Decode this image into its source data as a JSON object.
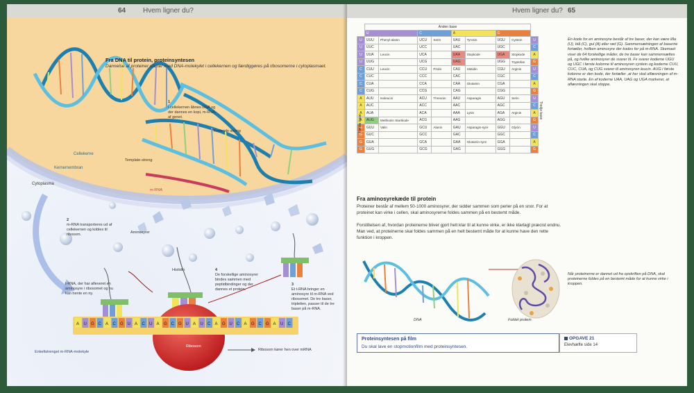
{
  "header": {
    "left_page_number": "64",
    "left_title": "Hvem ligner du?",
    "right_title": "Hvem ligner du?",
    "right_page_number": "65"
  },
  "left": {
    "title": "Fra DNA til protein, proteinsyntesen",
    "subtitle": "Dannelse af proteiner starter med DNA-molekylet i cellekernen og færdiggøres på ribosomerne i cytoplasmaet.",
    "labels": {
      "step1": "I cellekernen åbnes DNA og der dannes en kopi, m-RNA, af genet.",
      "step1_num": "1",
      "kodende": "Kodende streng",
      "cellekerne": "Cellekerne",
      "template": "Template-streng",
      "kernemembran": "Kernemembran",
      "cytoplasma": "Cytoplasma",
      "mrna": "m-RNA",
      "step2_num": "2",
      "step2": "m-RNA transporteres ud af cellekernen og kobles til ribosom.",
      "aminosyrer": "Aminosyrer",
      "histidin": "Histidin",
      "step4_num": "4",
      "step4": "De forskellige aminosyrer bindes sammen med peptidbindinger og der dannes et protein.",
      "trna": "t-RNA, der har afleveret en aminosyre i ribosomet og nu kan hente en ny.",
      "step3_num": "3",
      "step3": "Et t-RNA bringer en aminosyre til m-RNA ved ribosomet. De tre baser, tripletten, passer til de tre baser på m-RNA.",
      "ribosom": "Ribosom",
      "enkelt": "Enkeltstrenget m-RNA-molekyle",
      "korer": "Ribosom kører hen over mRNA"
    },
    "mrna_bases": [
      "A",
      "U",
      "G",
      "C",
      "A",
      "C",
      "G",
      "U",
      "A",
      "C",
      "U",
      "A",
      "G",
      "C",
      "G",
      "U",
      "A",
      "U",
      "C",
      "A",
      "G",
      "U",
      "C",
      "A",
      "G",
      "C",
      "G",
      "A",
      "U",
      "C"
    ],
    "trna_left": [
      "C",
      "A",
      "C"
    ],
    "trna_mid": [
      "G",
      "U",
      "A"
    ],
    "trna_right": [
      "C",
      "A",
      "U"
    ]
  },
  "table": {
    "anden_base": "Anden base",
    "forste_base": "Første base",
    "tredje_base": "Tredje base",
    "header_bases": [
      "U",
      "C",
      "A",
      "G"
    ],
    "rows": [
      {
        "b1": "U",
        "c1": "UUU",
        "a1": "Phenyl-alanin",
        "c2": "UCU",
        "a2": "Serin",
        "c3": "UAU",
        "a3": "Tyrosin",
        "c4": "UGU",
        "a4": "Cystein",
        "b3": "U"
      },
      {
        "b1": "U",
        "c1": "UUC",
        "a1": "",
        "c2": "UCC",
        "a2": "",
        "c3": "UAC",
        "a3": "",
        "c4": "UGC",
        "a4": "",
        "b3": "C"
      },
      {
        "b1": "U",
        "c1": "UUA",
        "a1": "Leucin",
        "c2": "UCA",
        "a2": "",
        "c3": "UAA",
        "a3": "Stopkode",
        "c4": "UGA",
        "a4": "Stopkode",
        "b3": "A"
      },
      {
        "b1": "U",
        "c1": "UUG",
        "a1": "",
        "c2": "UCG",
        "a2": "",
        "c3": "UAG",
        "a3": "",
        "c4": "UGG",
        "a4": "Tryptofan",
        "b3": "G"
      },
      {
        "b1": "C",
        "c1": "CUU",
        "a1": "Leucin",
        "c2": "CCU",
        "a2": "Prolin",
        "c3": "CAU",
        "a3": "Histidin",
        "c4": "CGU",
        "a4": "Arginin",
        "b3": "U"
      },
      {
        "b1": "C",
        "c1": "CUC",
        "a1": "",
        "c2": "CCC",
        "a2": "",
        "c3": "CAC",
        "a3": "",
        "c4": "CGC",
        "a4": "",
        "b3": "C"
      },
      {
        "b1": "C",
        "c1": "CUA",
        "a1": "",
        "c2": "CCA",
        "a2": "",
        "c3": "CAA",
        "a3": "Glutamin",
        "c4": "CGA",
        "a4": "",
        "b3": "A"
      },
      {
        "b1": "C",
        "c1": "CUG",
        "a1": "",
        "c2": "CCG",
        "a2": "",
        "c3": "CAG",
        "a3": "",
        "c4": "CGG",
        "a4": "",
        "b3": "G"
      },
      {
        "b1": "A",
        "c1": "AUU",
        "a1": "Isoleucin",
        "c2": "ACU",
        "a2": "Threonin",
        "c3": "AAU",
        "a3": "Asparagin",
        "c4": "AGU",
        "a4": "Serin",
        "b3": "U"
      },
      {
        "b1": "A",
        "c1": "AUC",
        "a1": "",
        "c2": "ACC",
        "a2": "",
        "c3": "AAC",
        "a3": "",
        "c4": "AGC",
        "a4": "",
        "b3": "C"
      },
      {
        "b1": "A",
        "c1": "AUA",
        "a1": "",
        "c2": "ACA",
        "a2": "",
        "c3": "AAA",
        "a3": "Lysin",
        "c4": "AGA",
        "a4": "Arginin",
        "b3": "A"
      },
      {
        "b1": "A",
        "c1": "AUG",
        "a1": "Methionin Startkode",
        "c2": "ACG",
        "a2": "",
        "c3": "AAG",
        "a3": "",
        "c4": "AGG",
        "a4": "",
        "b3": "G"
      },
      {
        "b1": "G",
        "c1": "GUU",
        "a1": "Valin",
        "c2": "GCU",
        "a2": "Alanin",
        "c3": "GAU",
        "a3": "Asparagin-syre",
        "c4": "GGU",
        "a4": "Glycin",
        "b3": "U"
      },
      {
        "b1": "G",
        "c1": "GUC",
        "a1": "",
        "c2": "GCC",
        "a2": "",
        "c3": "GAC",
        "a3": "",
        "c4": "GGC",
        "a4": "",
        "b3": "C"
      },
      {
        "b1": "G",
        "c1": "GUA",
        "a1": "",
        "c2": "GCA",
        "a2": "",
        "c3": "GAA",
        "a3": "Glutamin-syre",
        "c4": "GGA",
        "a4": "",
        "b3": "A"
      },
      {
        "b1": "G",
        "c1": "GUG",
        "a1": "",
        "c2": "GCG",
        "a2": "",
        "c3": "GAG",
        "a3": "",
        "c4": "GGG",
        "a4": "",
        "b3": "G"
      }
    ]
  },
  "right": {
    "side_note": "En kode for en aminosyre består af tre baser, der kan være lilla (U), blå (C), gul (A) eller rød (G). Sammensætningen af baserne fortæller, hvilken aminosyre der kodes for på m-RNA. Skemaet viser de 64 forskellige måder, de tre baser kan sammensættes på, og hvilke aminosyrer de svarer til. Fx svarer koderne UGU og UGC i første kolonne til aminosyren cystein og koderne CUU, CUC, CUA, og CUG svarer til aminosyren leucin. AUG i første kolonne er den kode, der fortæller ,at her skal aflæsningen af m-RNA starte. En af koderne UAA, UAG og UGA markerer, at aflæsningen skal stoppe.",
    "h2": "Fra aminosyrekæde til protein",
    "p1": "Proteiner består af mellem 50-1000 aminosyrer, der sidder sammen som perler på en snor. For at proteinet kan virke i cellen, skal aminosyrerne foldes sammen på en bestemt måde.",
    "p2": "Forstillelsen af, hvordan proteinerne bliver gjort helt klar til at kunne virke, er ikke klarlagt præcist endnu. Man ved, at proteinerne skal foldes sammen på en helt bestemt måde for at kunne have den rette funktion i kroppen.",
    "dna_label": "DNA",
    "protein_label": "Foldet protein",
    "fig_note": "Når proteinerne er dannet ud fra opskriften på DNA, skal proteinerne foldes på en bestemt måde for at kunne virke i kroppen.",
    "film_title": "Proteinsyntesen på film",
    "film_desc": "Du skal lave en stopmotionfilm med proteinsyntesen.",
    "opgave_title": "OPGAVE 21",
    "opgave_desc": "Elevhæfte side 14"
  },
  "colors": {
    "U": "#a38fd1",
    "C": "#6f9fd6",
    "A": "#f2e35a",
    "G": "#e8813e",
    "nucleus": "#f7d79e",
    "ribosome": "#d42a2a",
    "book": "#2d5a3a"
  }
}
